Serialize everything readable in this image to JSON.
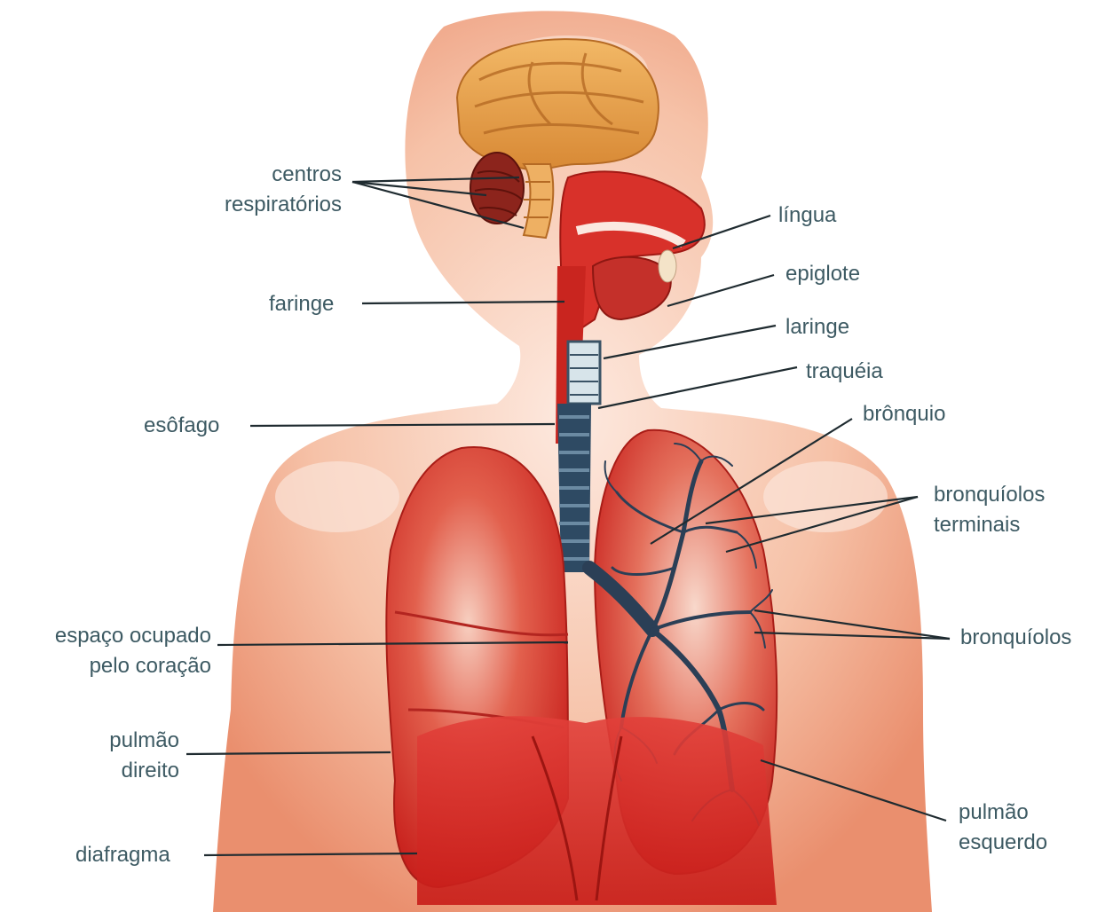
{
  "labels": {
    "centros_respiratorios": [
      "centros",
      "respiratórios"
    ],
    "faringe": "faringe",
    "esofago": "esôfago",
    "espaco_coracao": [
      "espaço ocupado",
      "pelo coração"
    ],
    "pulmao_direito": [
      "pulmão",
      "direito"
    ],
    "diafragma": "diafragma",
    "lingua": "língua",
    "epiglote": "epiglote",
    "laringe": "laringe",
    "traqueia": "traquéia",
    "bronquio": "brônquio",
    "bronquiolos_terminais": [
      "bronquíolos",
      "terminais"
    ],
    "bronquiolos": "bronquíolos",
    "pulmao_esquerdo": [
      "pulmão",
      "esquerdo"
    ]
  },
  "colors": {
    "label_text": "#3d5a63",
    "leader_line": "#1f2b30",
    "skin": "#f3b49a",
    "organ_red": "#d8312a",
    "brain": "#e7a24a",
    "bronchi": "#2e4a63"
  }
}
